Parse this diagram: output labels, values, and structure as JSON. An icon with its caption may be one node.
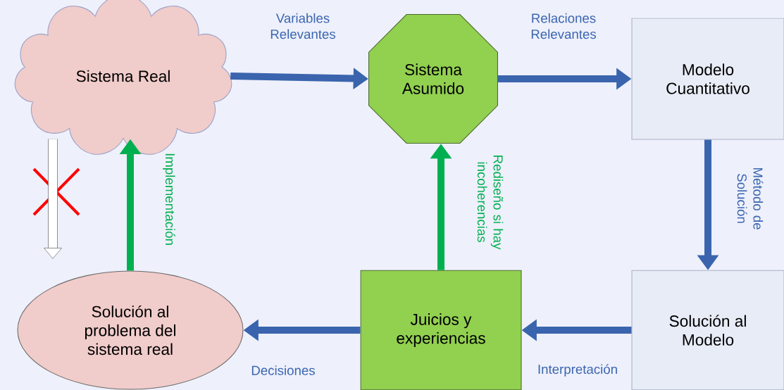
{
  "diagram": {
    "nodes": [
      {
        "text": [
          "Sistema Real"
        ]
      },
      {
        "text": [
          "Sistema Asumido"
        ]
      },
      {
        "text": [
          "Modelo Cuantitativo"
        ]
      },
      {
        "text": [
          "Solución al Modelo"
        ]
      },
      {
        "text": [
          "Juicios y experiencias"
        ]
      },
      {
        "text": [
          "Solución al problema del sistema real"
        ]
      }
    ],
    "edges": [
      {
        "from": 0,
        "to": 1,
        "arrow": "to",
        "label": "Variables Relevantes"
      },
      {
        "from": 1,
        "to": 2,
        "arrow": "to",
        "label": "Relaciones Relevantes"
      },
      {
        "from": 2,
        "to": 3,
        "arrow": "to",
        "label": "Método de Solución"
      },
      {
        "from": 3,
        "to": 4,
        "arrow": "to",
        "label": "Interpretación"
      },
      {
        "from": 4,
        "to": 5,
        "arrow": "to",
        "label": "Decisiones"
      },
      {
        "from": 4,
        "to": 1,
        "arrow": "to",
        "label": "Rediseño si hay incoherencias",
        "color": "#00b050"
      },
      {
        "from": 5,
        "to": 0,
        "arrow": "to",
        "label": "Implementación",
        "color": "#00b050"
      },
      {
        "from": 0,
        "to": null,
        "arrow": "to",
        "color": "#787878"
      }
    ]
  }
}
